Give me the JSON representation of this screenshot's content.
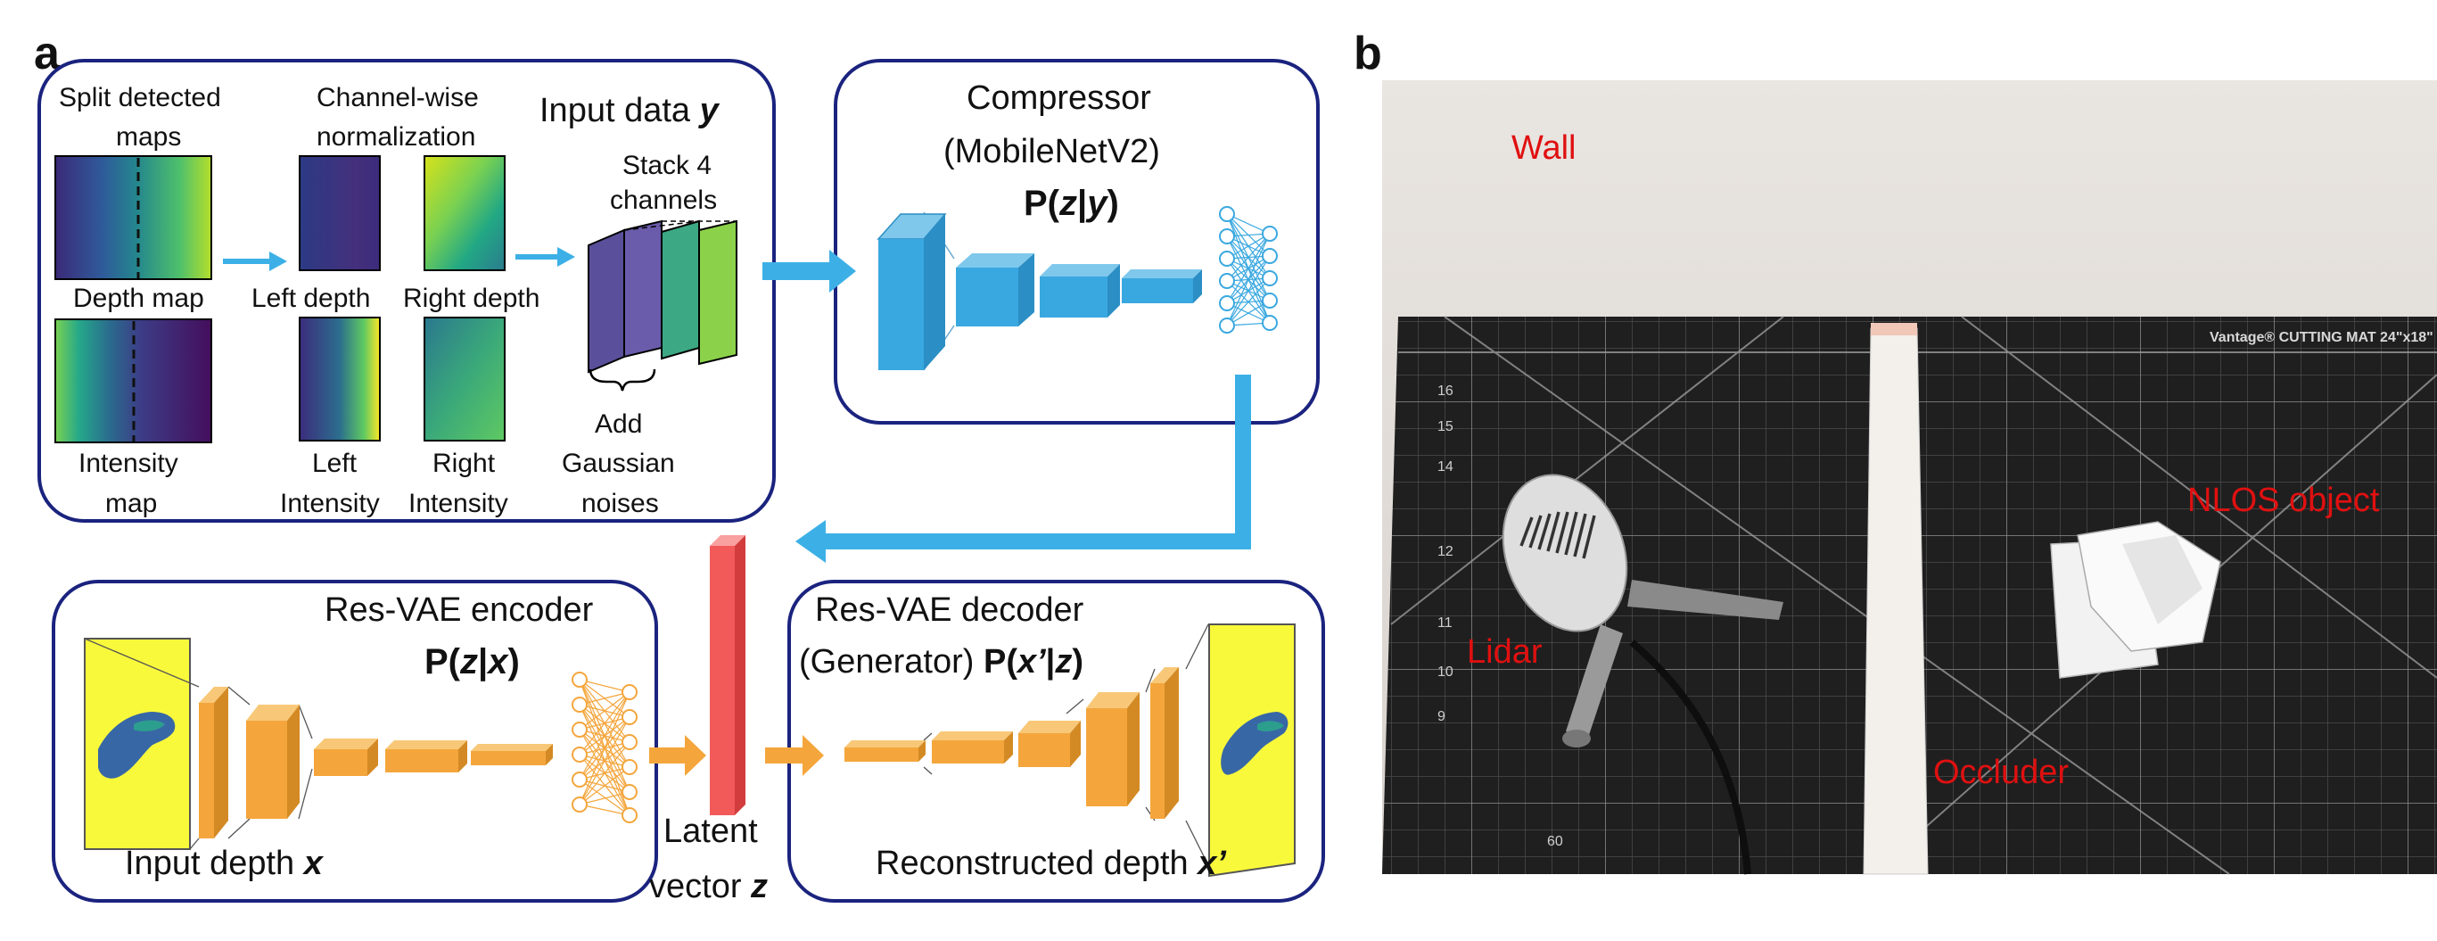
{
  "panel_a": {
    "letter": "a",
    "input_box": {
      "split_title_1": "Split detected",
      "split_title_2": "maps",
      "norm_title_1": "Channel-wise",
      "norm_title_2": "normalization",
      "input_title_pre": "Input data ",
      "input_title_var": "y",
      "stack_1": "Stack 4",
      "stack_2": "channels",
      "depth_map": "Depth map",
      "left_depth": "Left depth",
      "right_depth": "Right depth",
      "intensity_1": "Intensity",
      "intensity_2": "map",
      "left_int_1": "Left",
      "left_int_2": "Intensity",
      "right_int_1": "Right",
      "right_int_2": "Intensity",
      "noise_1": "Add",
      "noise_2": "Gaussian",
      "noise_3": "noises"
    },
    "compressor": {
      "title": "Compressor",
      "subtitle": "(MobileNetV2)",
      "prob_pre": "P(",
      "prob_z": "z",
      "prob_bar": "|",
      "prob_y": "y",
      "prob_post": ")"
    },
    "encoder": {
      "title": "Res-VAE encoder",
      "prob_pre": "P(",
      "prob_z": "z",
      "prob_bar": "|",
      "prob_x": "x",
      "prob_post": ")",
      "input_pre": "Input depth ",
      "input_var": "x"
    },
    "latent": {
      "line1": "Latent",
      "line2_pre": "vector ",
      "line2_var": "z"
    },
    "decoder": {
      "title": "Res-VAE decoder",
      "subtitle_pre": "(Generator) ",
      "prob_pre": "P(",
      "prob_x": "x’",
      "prob_bar": "|",
      "prob_z": "z",
      "prob_post": ")",
      "recon_pre": "Reconstructed depth ",
      "recon_var": "x’"
    }
  },
  "panel_b": {
    "letter": "b",
    "labels": {
      "wall": "Wall",
      "lidar": "Lidar",
      "nlos": "NLOS object",
      "occluder": "Occluder"
    },
    "mat_brand": "Vantage® CUTTING MAT 24\"x18\"",
    "mat_numbers": [
      "16",
      "15",
      "14",
      "12",
      "11",
      "10",
      "9",
      "60"
    ]
  },
  "colors": {
    "box_border": "#1a237e",
    "arrow": "#3cb0e6",
    "compressor_block": "#3aa8e0",
    "vae_block": "#f4a63c",
    "latent_bar": "#f25a5a",
    "photo_label": "#e01010"
  }
}
